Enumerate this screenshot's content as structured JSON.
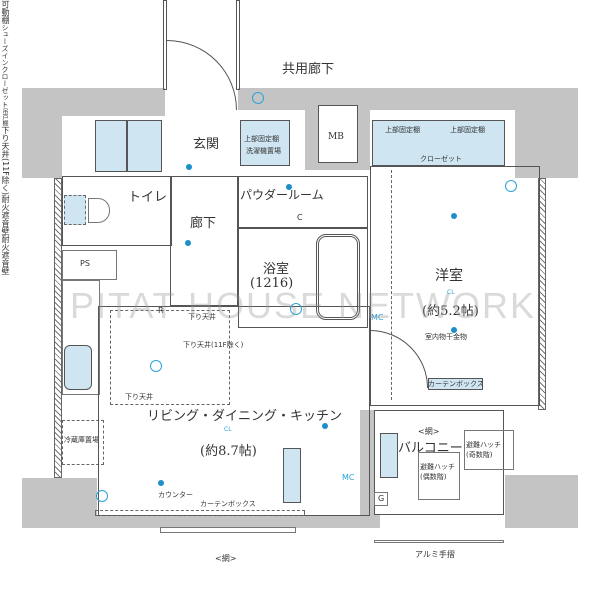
{
  "header": {
    "corridor": "共用廊下"
  },
  "rooms": {
    "entrance": "玄関",
    "mb": "MB",
    "toilet": "トイレ",
    "hallway": "廊下",
    "powder_room": "パウダールーム",
    "bathroom": "浴室",
    "bathroom_size": "(1216)",
    "ps": "PS",
    "western_room": "洋室",
    "western_room_size": "(約5.2帖)",
    "ldk": "リビング・ダイニング・キッチン",
    "ldk_size": "(約8.7帖)",
    "balcony": "バルコニー"
  },
  "fixtures": {
    "movable_shelf": "可動棚",
    "shoes_closet": "シューズインクローゼット",
    "upper_shelf": "上部固定棚",
    "laundry": "洗濯機置場",
    "upper_shelf_1": "上部固定棚",
    "upper_shelf_2": "上部固定棚",
    "closet": "クローゼット",
    "hanging_cabinet": "吊戸棚",
    "lowered_ceiling_11f_1": "下り天井(11F除く)",
    "lowered_ceiling_11f_2": "下り天井(11F除く)",
    "lowered_ceiling": "下り天井",
    "lowered_ceiling_2": "下り天井",
    "drying_hardware": "室内物干金物",
    "curtain_box_1": "カーテンボックス",
    "curtain_box_2": "カーテンボックス",
    "fridge": "冷蔵庫置場",
    "counter": "カウンター",
    "net_1": "<網>",
    "net_2": "<網>",
    "hatch_odd": "避難ハッチ(奇数階)",
    "hatch_even": "避難ハッチ(偶数階)",
    "railing": "アルミ手摺",
    "fire_wall_left": "耐火遮音壁",
    "fire_wall_right": "耐火遮音壁",
    "mc_1": "MC",
    "mc_2": "MC",
    "g": "G",
    "c": "C",
    "r": "R",
    "cl_1": "CL",
    "cl_2": "CL"
  },
  "watermark": "PITAT HOUSE NETWORK"
}
